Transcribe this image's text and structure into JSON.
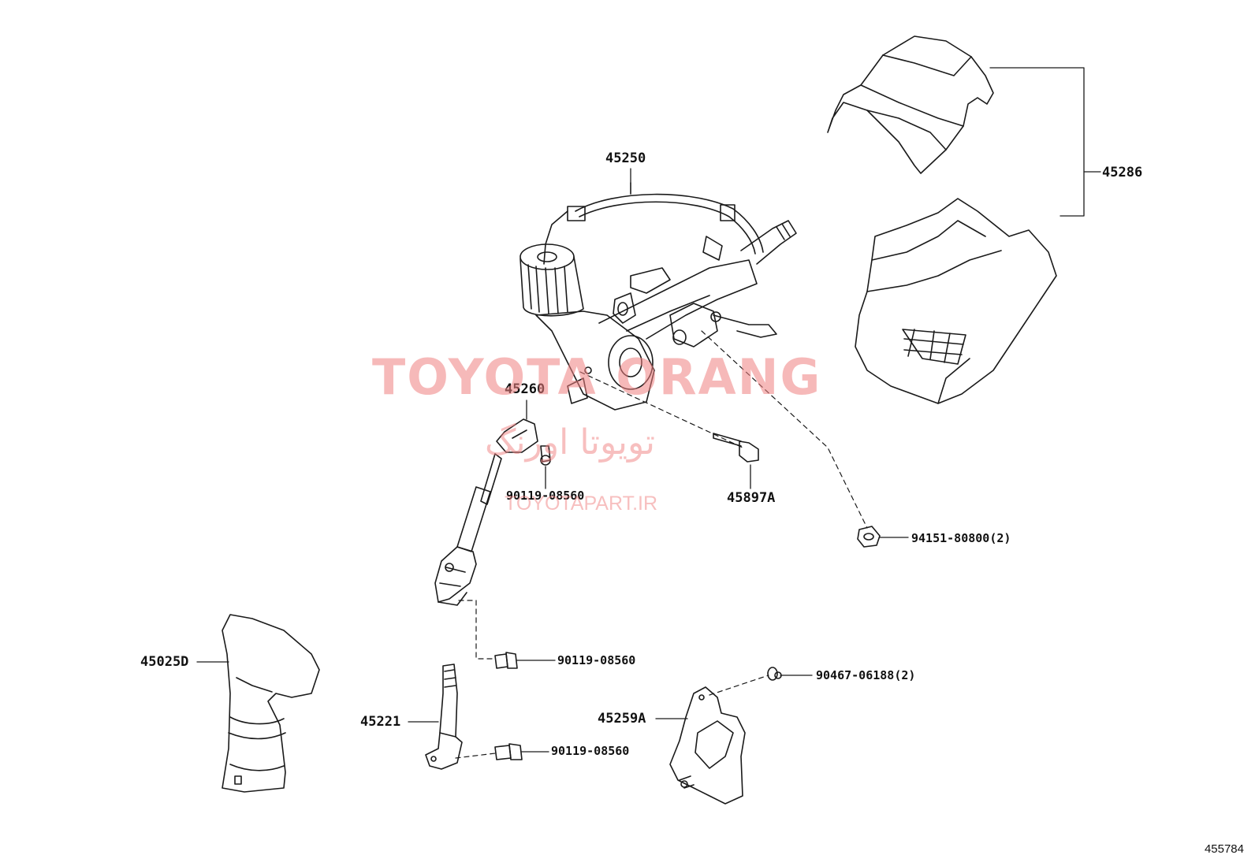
{
  "colors": {
    "ink": "#1a1a1a",
    "watermark": "#f08080"
  },
  "parts": {
    "p45250": "45250",
    "p45286": "45286",
    "p45260": "45260",
    "p45897A": "45897A",
    "p90119_a": "90119-08560",
    "p94151": "94151-80800(2)",
    "p45025D": "45025D",
    "p90119_b": "90119-08560",
    "p90467": "90467-06188(2)",
    "p45221": "45221",
    "p45259A": "45259A",
    "p90119_c": "90119-08560"
  },
  "watermark": {
    "main": "TOYOTA ORANG",
    "arabic": "تویوتا اورنگ",
    "site": "TOYOTAPART.IR"
  },
  "drawing_id": "455784"
}
